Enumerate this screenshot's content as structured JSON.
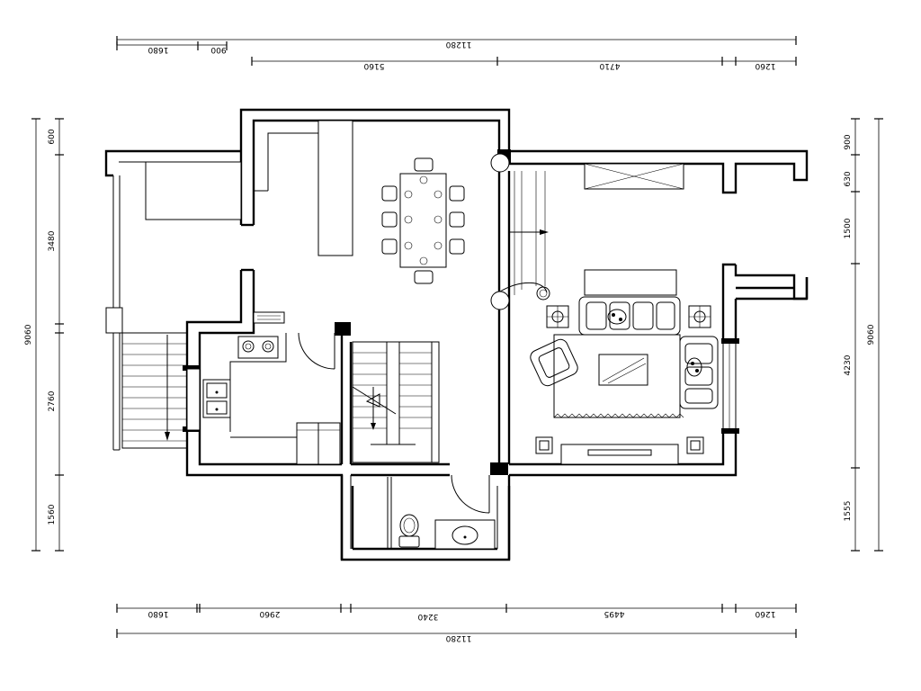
{
  "dimensions": {
    "top_total": "11280",
    "top_row1": [
      "1680",
      "900"
    ],
    "top_row2": [
      "5160",
      "4710",
      "1260"
    ],
    "bottom_row1": [
      "1680",
      "2960",
      "3240",
      "4495",
      "1260"
    ],
    "bottom_total": "11280",
    "left_total": "9060",
    "left_segments": [
      "600",
      "3480",
      "2760",
      "1560"
    ],
    "right_total": "9060",
    "right_segments": [
      "900",
      "630",
      "1500",
      "4230",
      "1555"
    ]
  }
}
